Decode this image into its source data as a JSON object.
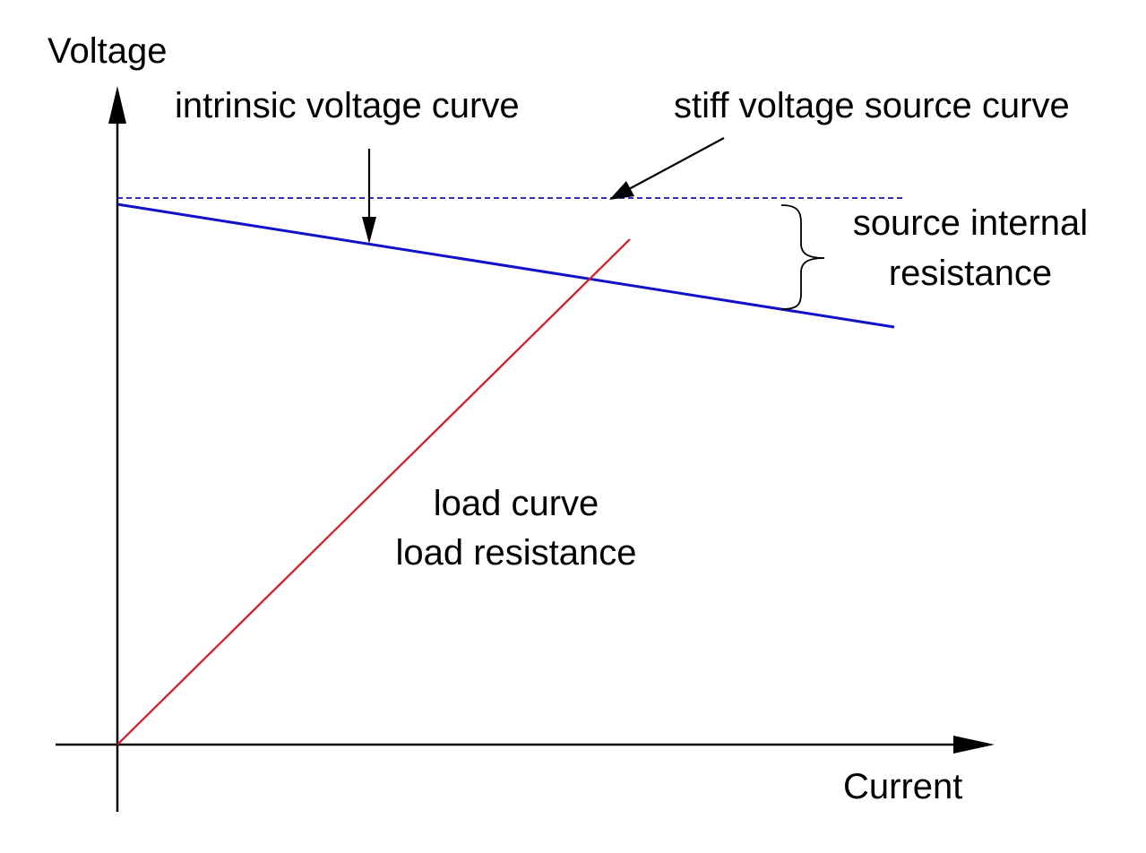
{
  "labels": {
    "y_axis": "Voltage",
    "x_axis": "Current",
    "intrinsic_curve": "intrinsic voltage curve",
    "stiff_curve": "stiff voltage source curve",
    "internal_resistance_line1": "source internal",
    "internal_resistance_line2": "resistance",
    "load_line1": "load curve",
    "load_line2": "load resistance"
  },
  "colors": {
    "axis": "#000000",
    "intrinsic_line": "#1111c8",
    "stiff_line": "#1111c8",
    "load_line": "#e0141e",
    "text": "#000000"
  },
  "styles": {
    "stiff_line": "dashed"
  }
}
